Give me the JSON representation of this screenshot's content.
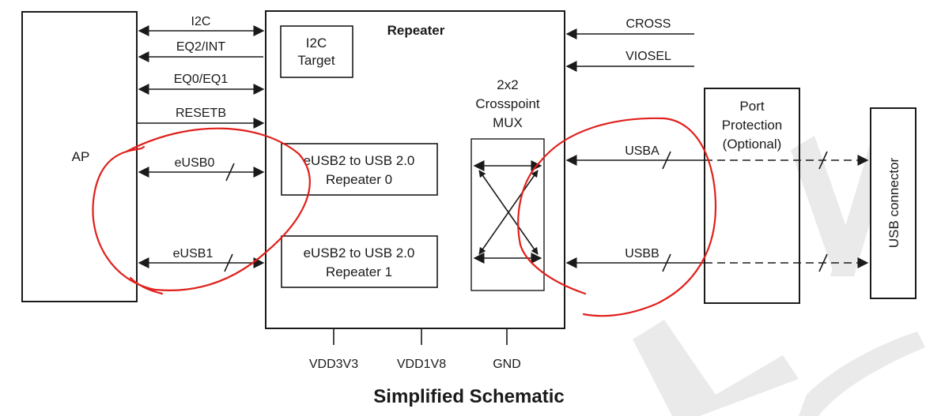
{
  "title": "Simplified Schematic",
  "blocks": {
    "ap": "AP",
    "repeater": "Repeater",
    "i2c_target": [
      "I2C",
      "Target"
    ],
    "repeater0": [
      "eUSB2 to USB 2.0",
      "Repeater 0"
    ],
    "repeater1": [
      "eUSB2 to USB 2.0",
      "Repeater 1"
    ],
    "mux": [
      "2x2",
      "Crosspoint",
      "MUX"
    ],
    "port_protection": [
      "Port",
      "Protection",
      "(Optional)"
    ],
    "usb_connector": "USB connector"
  },
  "signals": {
    "i2c": "I2C",
    "eq2_int": "EQ2/INT",
    "eq0_eq1": "EQ0/EQ1",
    "resetb": "RESETB",
    "eusb0": "eUSB0",
    "eusb1": "eUSB1",
    "cross": "CROSS",
    "viosel": "VIOSEL",
    "usba": "USBA",
    "usbb": "USBB"
  },
  "power_pins": [
    "VDD3V3",
    "VDD1V8",
    "GND"
  ],
  "colors": {
    "ink": "#1a1a1a",
    "annotation": "#e0201c",
    "watermark": "#d9d9d9"
  }
}
